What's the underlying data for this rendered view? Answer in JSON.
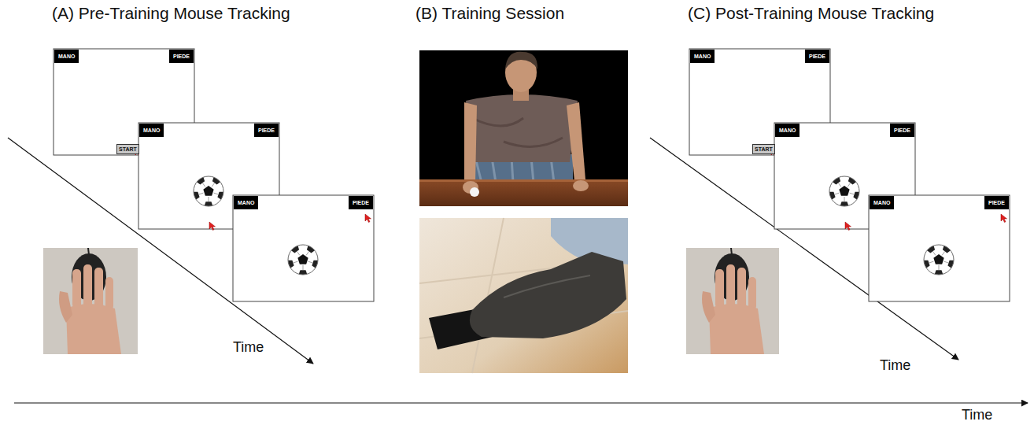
{
  "diagram": {
    "nodes": [
      {
        "text": [
          "MANO"
        ]
      },
      {
        "text": [
          "PIEDE"
        ]
      },
      {
        "text": [
          "START"
        ]
      },
      {
        "text": [
          "MANO"
        ]
      },
      {
        "text": [
          "PIEDE"
        ]
      },
      {
        "text": [
          "MANO"
        ]
      },
      {
        "text": [
          "PIEDE"
        ]
      },
      {
        "text": [
          "MANO"
        ]
      },
      {
        "text": [
          "PIEDE"
        ]
      },
      {
        "text": [
          "START"
        ]
      },
      {
        "text": [
          "MANO"
        ]
      },
      {
        "text": [
          "PIEDE"
        ]
      },
      {
        "text": [
          "MANO"
        ]
      },
      {
        "text": [
          "PIEDE"
        ]
      }
    ],
    "labels": [
      "(A) Pre-Training Mouse Tracking",
      "(B) Training Session",
      "(C) Post-Training Mouse Tracking",
      "Time",
      "Time",
      "Time"
    ]
  }
}
